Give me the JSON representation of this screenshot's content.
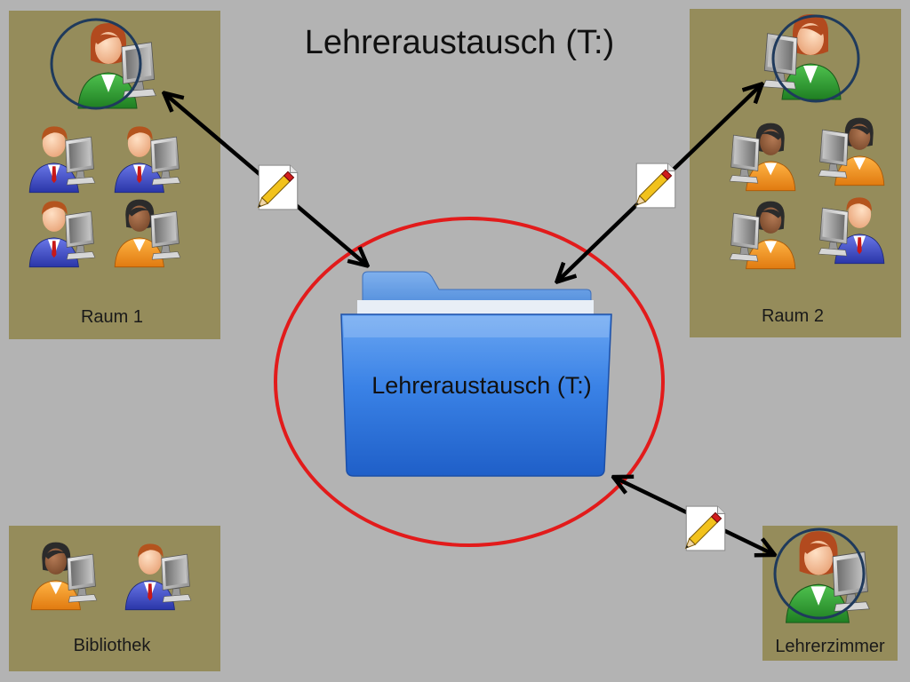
{
  "title": "Lehreraustausch (T:)",
  "folder": {
    "label": "Lehreraustausch (T:)",
    "icon": "folder-icon"
  },
  "rooms": [
    {
      "label": "Raum 1",
      "users": [
        "teacher-female",
        "student-boy",
        "student-boy",
        "student-boy",
        "student-girl"
      ]
    },
    {
      "label": "Raum 2",
      "users": [
        "teacher-female",
        "student-girl",
        "student-girl",
        "student-girl",
        "student-boy"
      ]
    },
    {
      "label": "Bibliothek",
      "users": [
        "student-girl",
        "student-boy"
      ]
    },
    {
      "label": "Lehrerzimmer",
      "users": [
        "teacher-female"
      ]
    }
  ],
  "links": [
    "Raum 1",
    "Raum 2",
    "Lehrerzimmer"
  ],
  "colors": {
    "background": "#b3b3b3",
    "room_panel": "#958c5b",
    "ellipse": "#e21b1b",
    "folder": "#2f79e0",
    "arrow": "#000000",
    "teacher_ring": "#1f3a5c"
  }
}
